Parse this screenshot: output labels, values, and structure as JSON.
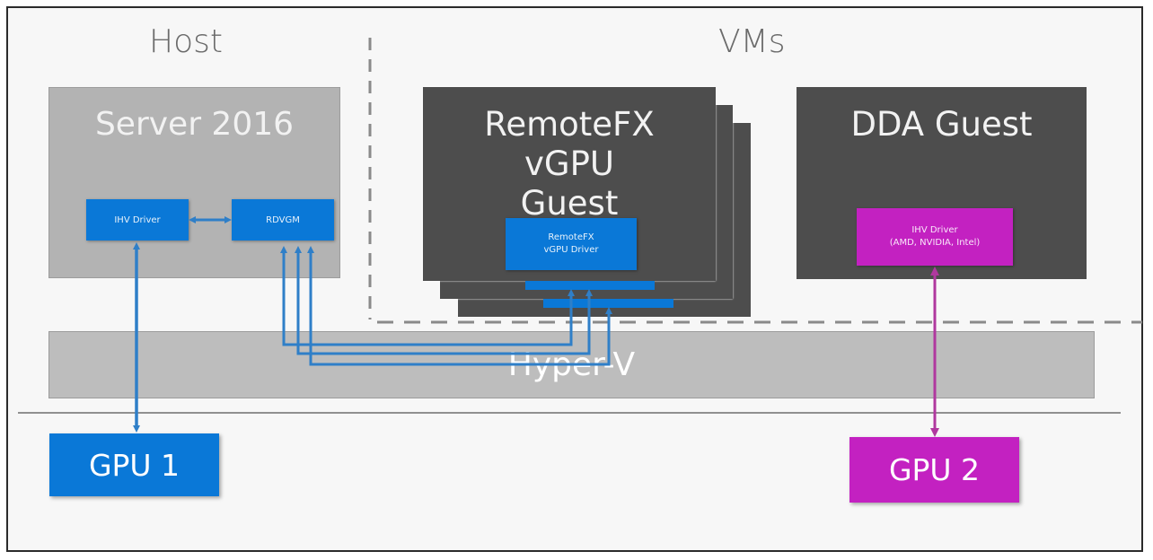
{
  "host": {
    "heading": "Host"
  },
  "vms": {
    "heading": "VMs"
  },
  "server": {
    "title": "Server 2016",
    "ihv_driver": "IHV Driver",
    "rdvgm": "RDVGM"
  },
  "remotefx": {
    "title_lines": [
      "RemoteFX",
      "vGPU",
      "Guest"
    ],
    "driver_lines": [
      "RemoteFX",
      "vGPU Driver"
    ]
  },
  "dda": {
    "title": "DDA Guest",
    "driver_lines": [
      "IHV Driver",
      "(AMD, NVIDIA, Intel)"
    ]
  },
  "hyperv": {
    "label": "Hyper-V"
  },
  "gpus": {
    "gpu1": "GPU 1",
    "gpu2": "GPU 2"
  },
  "colors": {
    "blue": "#0a78d7",
    "magenta": "#c321c1",
    "dark_vm": "#4d4d4d",
    "light_box": "#b3b3b3",
    "arrow_blue": "#2f7fc8",
    "arrow_magenta": "#b0389f"
  }
}
